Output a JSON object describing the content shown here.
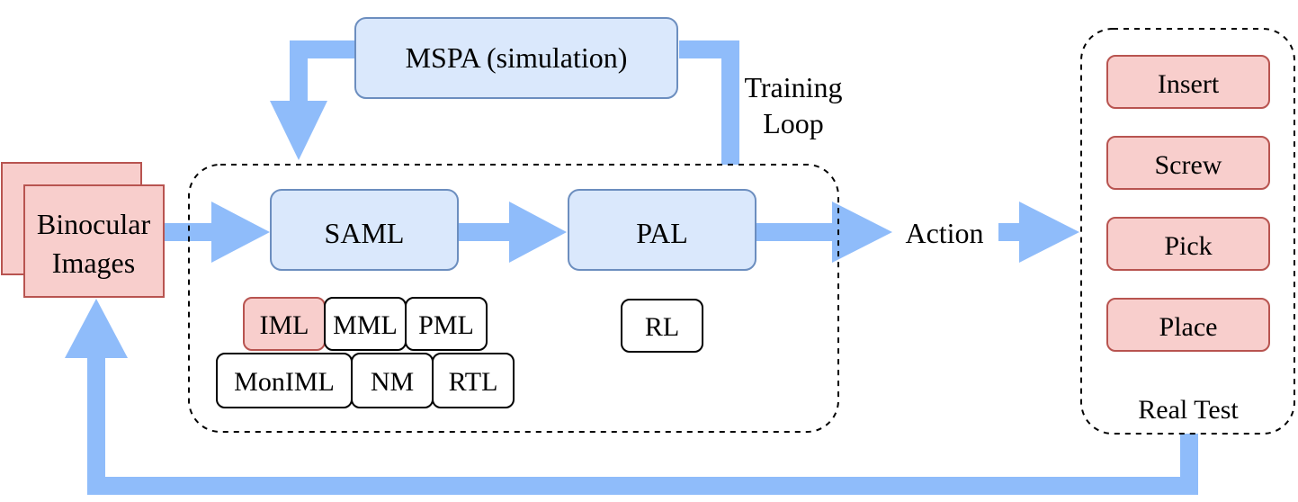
{
  "colors": {
    "arrow": "#8fbcfa",
    "blue_box_fill": "#dae8fc",
    "blue_box_stroke": "#6c8ebf",
    "red_box_fill": "#f8cecc",
    "red_box_stroke": "#b85450",
    "white_box_stroke": "#000000",
    "dashed_stroke": "#000000"
  },
  "nodes": {
    "input": {
      "line1": "Binocular",
      "line2": "Images"
    },
    "simulator": {
      "label": "MSPA (simulation)"
    },
    "saml": {
      "label": "SAML"
    },
    "pal": {
      "label": "PAL"
    },
    "action": {
      "label": "Action"
    },
    "training_loop": {
      "line1": "Training",
      "line2": "Loop"
    }
  },
  "saml_methods": {
    "row1": [
      "IML",
      "MML",
      "PML"
    ],
    "row2": [
      "MonIML",
      "NM",
      "RTL"
    ],
    "highlighted": "IML"
  },
  "pal_methods": [
    "RL"
  ],
  "real_test": {
    "title": "Real Test",
    "tasks": [
      "Insert",
      "Screw",
      "Pick",
      "Place"
    ]
  }
}
